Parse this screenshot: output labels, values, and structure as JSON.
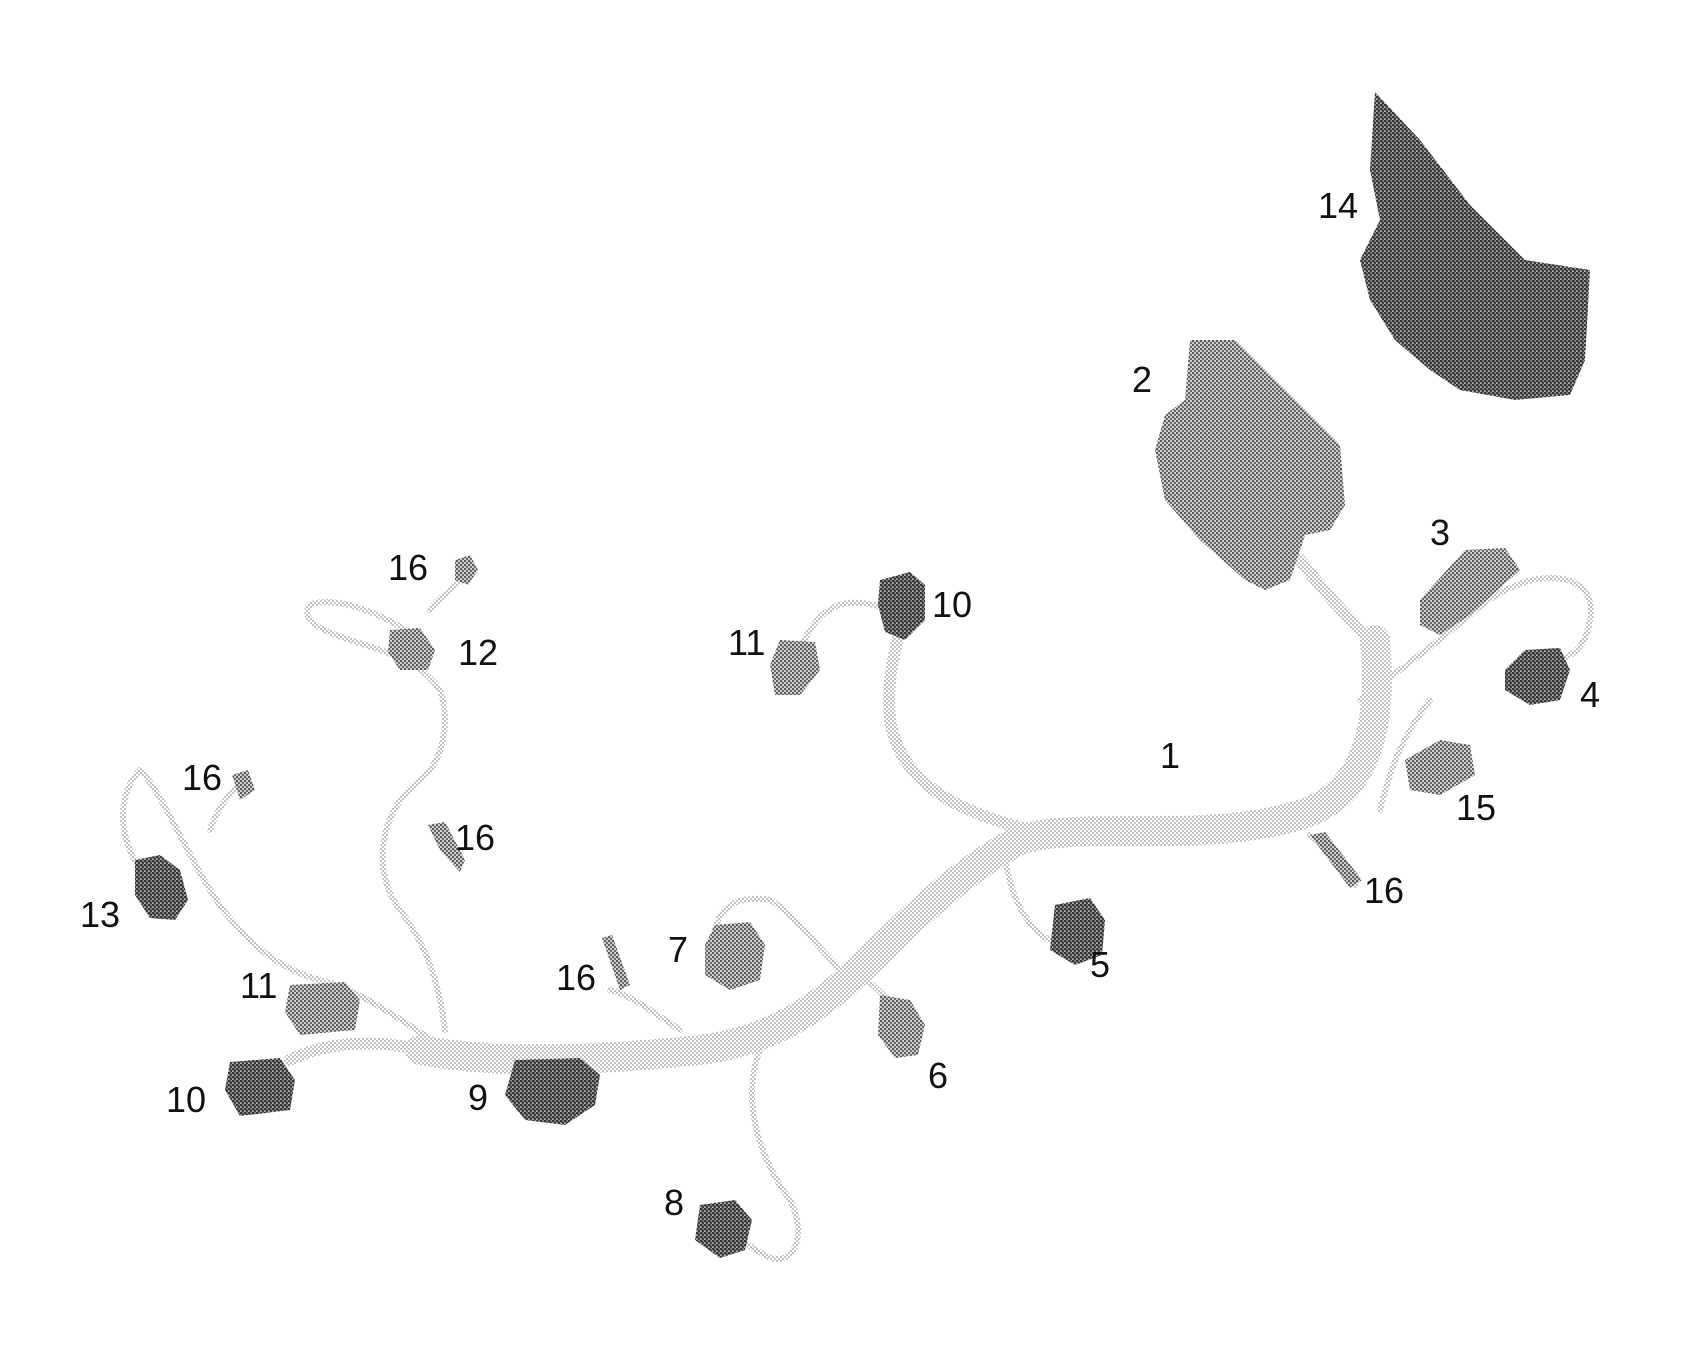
{
  "diagram": {
    "labels": {
      "l1": "1",
      "l2": "2",
      "l3": "3",
      "l4": "4",
      "l5": "5",
      "l6": "6",
      "l7": "7",
      "l8": "8",
      "l9": "9",
      "l10_top": "10",
      "l10_left": "10",
      "l11_top": "11",
      "l11_left": "11",
      "l12": "12",
      "l13": "13",
      "l14": "14",
      "l15": "15",
      "l16_a": "16",
      "l16_b": "16",
      "l16_c": "16",
      "l16_d": "16",
      "l16_e": "16"
    },
    "colors": {
      "light_stipple": "#a8a8a8",
      "mid_stipple": "#7a7a7a",
      "dark_stipple": "#555555"
    }
  }
}
